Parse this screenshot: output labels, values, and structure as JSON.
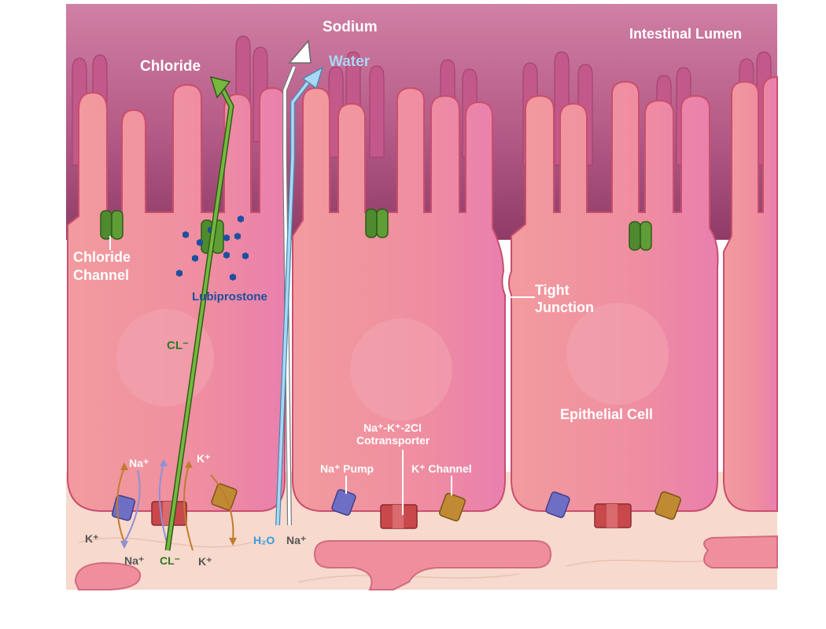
{
  "labels": {
    "intestinal_lumen": "Intestinal Lumen",
    "sodium": "Sodium",
    "water": "Water",
    "chloride": "Chloride",
    "chloride_channel_1": "Chloride",
    "chloride_channel_2": "Channel",
    "lubiprostone": "Lubiprostone",
    "cl_minus_cell": "CL⁻",
    "tight_junction_1": "Tight",
    "tight_junction_2": "Junction",
    "epithelial_cell": "Epithelial Cell",
    "cotransporter_1": "Na⁺-K⁺-2Cl",
    "cotransporter_2": "Cotransporter",
    "na_pump": "Na⁺ Pump",
    "k_channel": "K⁺ Channel",
    "na_plus_top": "Na⁺",
    "k_plus_top": "K⁺",
    "k_plus_left": "K⁺",
    "na_plus_bottom": "Na⁺",
    "cl_minus_bottom": "CL⁻",
    "k_plus_bottom": "K⁺",
    "h2o": "H₂O",
    "na_plus_para": "Na⁺"
  },
  "colors": {
    "lumen": "#c46f98",
    "cell": "#ef8f9a",
    "chloride_arrow": "#76b83f",
    "water_arrow": "#a9d8f2",
    "lubiprostone": "#1f4fa0",
    "chloride_channel": "#4f8a2e",
    "cotransporter": "#c9484c",
    "na_pump": "#6e6fc4",
    "k_channel": "#c08a33"
  }
}
